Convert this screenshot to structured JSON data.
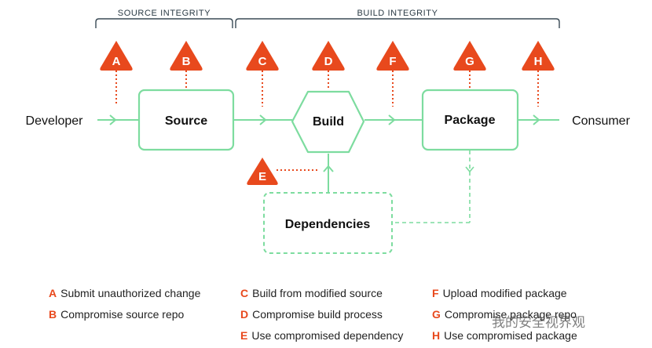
{
  "groups": {
    "source_integrity": "SOURCE INTEGRITY",
    "build_integrity": "BUILD INTEGRITY"
  },
  "endpoints": {
    "developer": "Developer",
    "consumer": "Consumer"
  },
  "nodes": {
    "source": "Source",
    "build": "Build",
    "package": "Package",
    "dependencies": "Dependencies"
  },
  "threats": {
    "a": "A",
    "b": "B",
    "c": "C",
    "d": "D",
    "e": "E",
    "f": "F",
    "g": "G",
    "h": "H"
  },
  "legend": [
    {
      "key": "A",
      "text": "Submit unauthorized change"
    },
    {
      "key": "B",
      "text": "Compromise source repo"
    },
    {
      "key": "C",
      "text": "Build from modified source"
    },
    {
      "key": "D",
      "text": "Compromise build process"
    },
    {
      "key": "E",
      "text": "Use compromised dependency"
    },
    {
      "key": "F",
      "text": "Upload modified package"
    },
    {
      "key": "G",
      "text": "Compromise package repo"
    },
    {
      "key": "H",
      "text": "Use compromised package"
    }
  ],
  "watermark": "我的安全视界观",
  "colors": {
    "accent_green": "#7ddc9f",
    "threat_red": "#e8491d",
    "bracket": "#3a4a55"
  }
}
